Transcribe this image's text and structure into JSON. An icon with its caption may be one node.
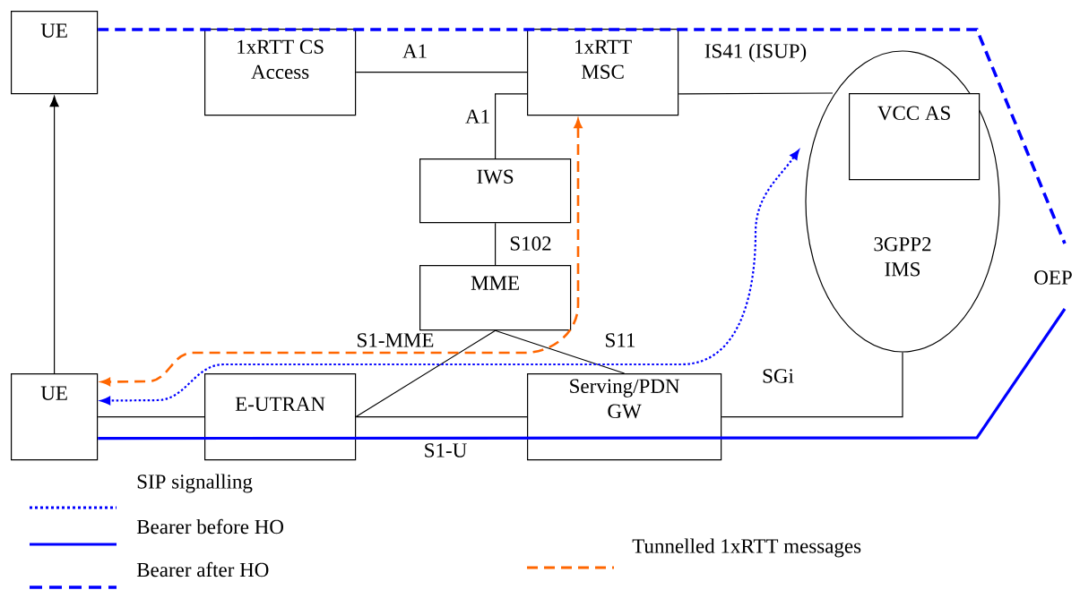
{
  "diagram": {
    "nodes": [
      {
        "text": [
          "UE"
        ]
      },
      {
        "text": [
          "1xRTT CS Access"
        ]
      },
      {
        "text": [
          "1xRTT MSC"
        ]
      },
      {
        "text": [
          "3GPP2 IMS"
        ]
      },
      {
        "text": [
          "VCC AS"
        ],
        "in": 3
      },
      {
        "text": [
          "IWS"
        ]
      },
      {
        "text": [
          "MME"
        ]
      },
      {
        "text": [
          "UE"
        ]
      },
      {
        "text": [
          "E-UTRAN"
        ]
      },
      {
        "text": [
          "Serving/PDN GW"
        ]
      }
    ],
    "edges": [
      {
        "from": 1,
        "to": 2,
        "arrow": "none",
        "label": "A1"
      },
      {
        "from": 2,
        "to": 5,
        "arrow": "none",
        "label": "A1"
      },
      {
        "from": 2,
        "to": 3,
        "arrow": "none",
        "label": "IS41 (ISUP)"
      },
      {
        "from": 5,
        "to": 6,
        "arrow": "none",
        "label": "S102"
      },
      {
        "from": 6,
        "to": 8,
        "arrow": "none",
        "label": "S1-MME"
      },
      {
        "from": 6,
        "to": 9,
        "arrow": "none",
        "label": "S11"
      },
      {
        "from": 7,
        "to": 8,
        "arrow": "none"
      },
      {
        "from": 8,
        "to": 9,
        "arrow": "none",
        "label": "S1-U"
      },
      {
        "from": 9,
        "to": 3,
        "arrow": "none",
        "label": "SGi"
      },
      {
        "from": 3,
        "to": 7,
        "arrow": "both",
        "style": "dashed",
        "color": "#0000ff"
      },
      {
        "from": 2,
        "to": 7,
        "arrow": "both",
        "style": "dashed",
        "color": "#ff6600"
      },
      {
        "from": 7,
        "to": null,
        "arrow": "none",
        "style": "thick",
        "color": "#0000ff"
      },
      {
        "from": 0,
        "to": null,
        "arrow": "none",
        "style": "dashed",
        "color": "#0000ff"
      },
      {
        "from": 7,
        "to": 0,
        "arrow": "to"
      }
    ],
    "labels": [
      "OEP"
    ],
    "legend": [
      {
        "text": "SIP signalling"
      },
      {
        "text": "Bearer before HO"
      },
      {
        "text": "Bearer after HO"
      },
      {
        "text": "Tunnelled 1xRTT messages"
      }
    ]
  }
}
